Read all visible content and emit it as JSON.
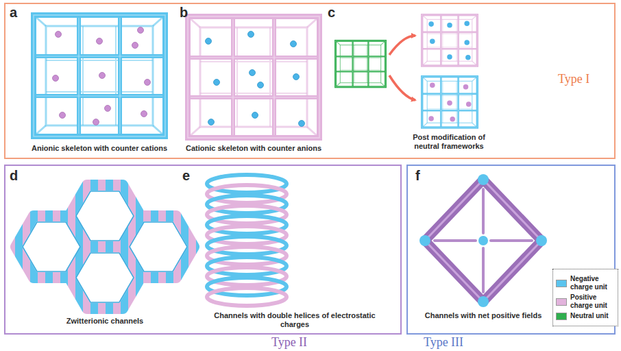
{
  "diagram": {
    "nodes": [
      {
        "text": [
          "Type I"
        ]
      },
      {
        "text": [
          "Type II"
        ]
      },
      {
        "text": [
          "Type III"
        ]
      }
    ],
    "labels": [
      "a",
      "b",
      "c",
      "Anionic skeleton with counter cations",
      "Cationic skeleton with counter anions",
      "Post modification of neutral frameworks",
      "d",
      "e",
      "Zwitterionic channels",
      "Channels with double helices of electrostatic charges",
      "f",
      "Channels with net positive fields"
    ],
    "legend": [
      {
        "text": "Negative charge unit",
        "color": "#5bc4ee"
      },
      {
        "text": "Positive charge unit",
        "color": "#e2b3dc"
      },
      {
        "text": "Neutral unit",
        "color": "#2fae4e"
      }
    ]
  }
}
